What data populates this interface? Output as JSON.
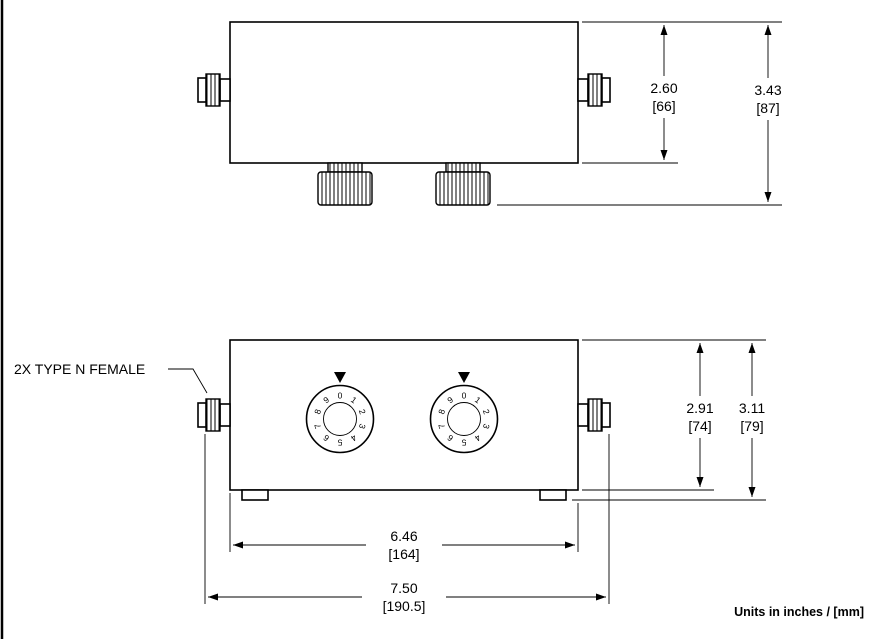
{
  "drawing": {
    "label_connectors": "2X TYPE N FEMALE",
    "units_note": "Units in inches / [mm]",
    "dial_numbers": [
      "0",
      "1",
      "2",
      "3",
      "4",
      "5",
      "6",
      "7",
      "8",
      "9"
    ],
    "dims": {
      "top_body_height_in": "2.60",
      "top_body_height_mm": "[66]",
      "top_overall_height_in": "3.43",
      "top_overall_height_mm": "[87]",
      "front_body_height_in": "2.91",
      "front_body_height_mm": "[74]",
      "front_overall_height_in": "3.11",
      "front_overall_height_mm": "[79]",
      "body_width_in": "6.46",
      "body_width_mm": "[164]",
      "overall_width_in": "7.50",
      "overall_width_mm": "[190.5]"
    }
  }
}
